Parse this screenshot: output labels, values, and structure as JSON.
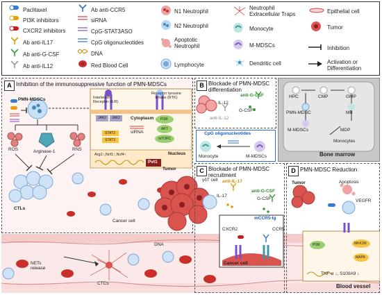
{
  "legend": {
    "paclitaxel": "Paclitaxel",
    "pi3k": "PI3K inhibitors",
    "cxcr2": "CXCR2 inhibitors",
    "il17": "Ab anti-IL17",
    "gcsf": "Ab anti-G-CSF",
    "il12": "Ab anti-IL12",
    "ccr5": "Ab anti-CCR5",
    "sirna": "siRNA",
    "cpg_stat3": "CpG-STAT3ASO",
    "cpg_oligo": "CpG oligonucleotides",
    "dna": "DNA",
    "rbc": "Red Blood Cell",
    "n1": "N1 Neutrophil",
    "n2": "N2 Neutrophil",
    "apoptotic_1": "Apoptotic",
    "apoptotic_2": "Neutrophil",
    "lymphocyte": "Lymphocyte",
    "nets_1": "Neutrophil",
    "nets_2": "Extracellular Traps",
    "monocyte": "Monocyte",
    "mmdsc": "M-MDSCs",
    "dendritic": "Dendritic cell",
    "epithelial": "Epithelial cell",
    "tumor": "Tumor",
    "inhibition": "Inhibition",
    "activation_1": "Activation or",
    "activation_2": "Differentiation"
  },
  "colors": {
    "tumor": "#d9534f",
    "vessel": "#f6d3d3",
    "rbc": "#c9302c",
    "lymph": "#a9c8ef",
    "marrow": "#c8c8c8"
  },
  "panelA": {
    "label": "A",
    "title": "Inhibition of the immunosuppressive function of PMN-MDSCs",
    "pmn": "PMN-MDSCs",
    "ros": "ROS",
    "arg": "Arginase-1",
    "rns": "RNS",
    "ctls": "CTLs",
    "ilr_1": "Interleukin",
    "ilr_2": "Receptor (ILR)",
    "rtk_1": "Receptor tyrosine",
    "rtk_2": "kinase (RTK)",
    "cytoplasm": "Cytoplasm",
    "jak": "JAK2",
    "stat": "STAT3",
    "sirna": "siRNA",
    "pi3k": "PI3K",
    "akt": "AKT",
    "mtorc": "mTORC",
    "nucleus": "Nucleus",
    "genes": "Arg1↑,Ncf1↑,Ncf4↑",
    "pvt1": "Pvt1",
    "tumor": "Tumor",
    "cancer": "Cancer cell",
    "nets_1": "NETs",
    "nets_2": "release",
    "dna": "DNA",
    "ctcs": "CTCs"
  },
  "panelB": {
    "label": "B",
    "title_1": "Blockade of PMN-MDSC",
    "title_2": "differentiation",
    "gcsf_ab": "anti-G-CSF",
    "il12": "IL-12",
    "gcsf": "G-CSF",
    "il12_ab": "anti-IL-12",
    "cpg": "CpG oligonucleotides",
    "monocyte": "Monocyte",
    "mmdsc": "M-MDSCs",
    "hpc": "HPC",
    "cmp": "CMP",
    "gmp": "GMP",
    "pmn": "PMN-MDSC",
    "mb": "MB",
    "mmdscs": "M-MDSCs",
    "mdp": "MDP",
    "monocytes": "Monocytes",
    "marrow": "Bone marrow"
  },
  "panelC": {
    "label": "C",
    "title_1": "Blockade of PMN-MDSC",
    "title_2": "recruitment",
    "gdt": "γδT cell",
    "il17_ab": "anti-IL-17",
    "il17": "IL-17",
    "gcsf_ab": "anti-G-CSF",
    "gcsf": "G-CSF",
    "ccr5ig": "mCCR5-Ig",
    "cxcr2": "CXCR2",
    "ccr5": "CCR5",
    "cancer": "Cancer cell"
  },
  "panelD": {
    "label": "D",
    "title": "PMN-MDSC Reduction",
    "tumor": "Tumor",
    "apoptosis": "Apoptosis",
    "vegfr": "VEGFR",
    "pi3k": "PI3K",
    "mkk": "MKK3/6",
    "mapk": "MAPK",
    "output": "TNF-α ↓, S100A9 ↓",
    "vessel": "Blood vessel"
  }
}
